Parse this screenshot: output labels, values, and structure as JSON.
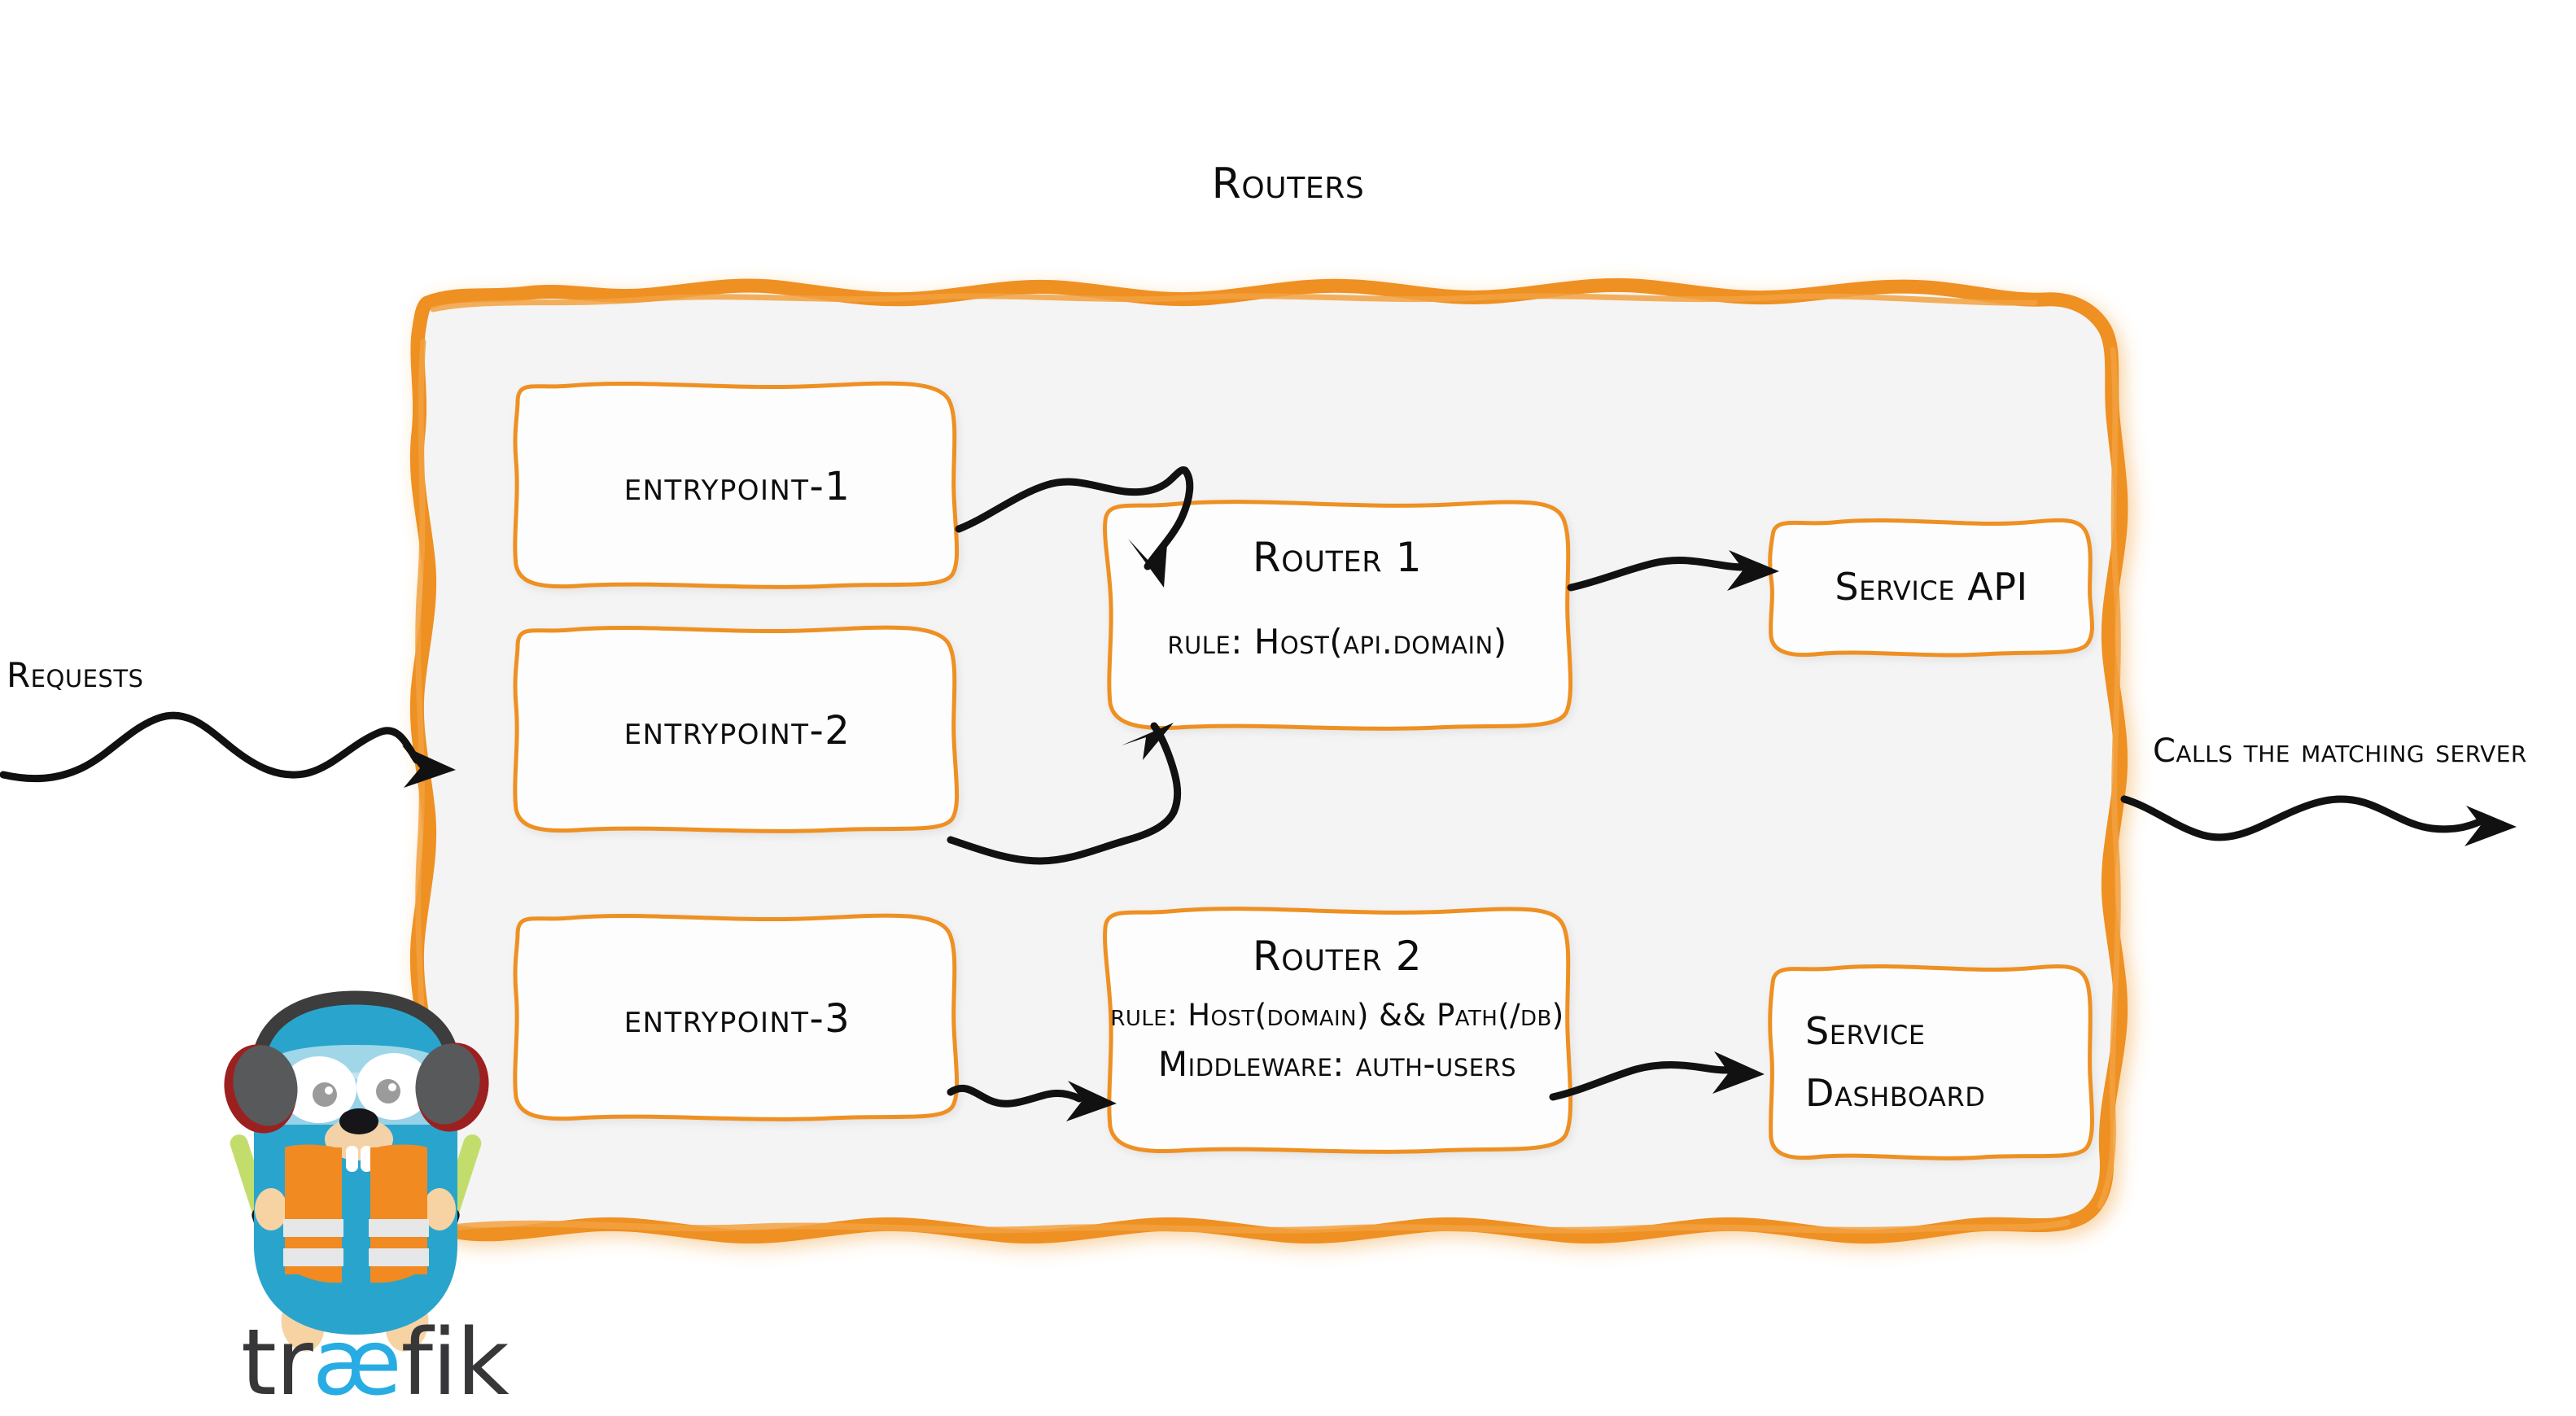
{
  "diagram": {
    "title": "Routers",
    "product": "træfik",
    "colors": {
      "accent_orange": "#ee9024",
      "panel_fill": "#f4f4f4",
      "box_fill": "#fdfdfd",
      "ink": "#0d0d0d",
      "gopher_blue": "#29a5cd",
      "gopher_vest": "#f18a21",
      "wand_green": "#c3dd6c",
      "logo_gray": "#37373a",
      "logo_cyan": "#27ace3"
    }
  },
  "labels": {
    "requests": "Requests",
    "calls_server": "Calls the matching server"
  },
  "entrypoints": [
    {
      "id": "entrypoint-1",
      "label": "entrypoint-1"
    },
    {
      "id": "entrypoint-2",
      "label": "entrypoint-2"
    },
    {
      "id": "entrypoint-3",
      "label": "entrypoint-3"
    }
  ],
  "routers": [
    {
      "id": "router-1",
      "title": "Router 1",
      "lines": [
        "rule: Host(api.domain)"
      ]
    },
    {
      "id": "router-2",
      "title": "Router 2",
      "lines": [
        "rule: Host(domain) && Path(/db)",
        "Middleware: auth-users"
      ]
    }
  ],
  "services": [
    {
      "id": "service-api",
      "lines": [
        "Service API"
      ]
    },
    {
      "id": "service-dashboard",
      "lines": [
        "Service",
        "Dashboard"
      ]
    }
  ],
  "connections": [
    {
      "from": "entrypoint-1",
      "to": "router-1"
    },
    {
      "from": "entrypoint-2",
      "to": "router-1"
    },
    {
      "from": "entrypoint-3",
      "to": "router-2"
    },
    {
      "from": "router-1",
      "to": "service-api"
    },
    {
      "from": "router-2",
      "to": "service-dashboard"
    },
    {
      "from": "requests",
      "to": "routers-panel"
    },
    {
      "from": "routers-panel",
      "to": "calls-server"
    }
  ]
}
